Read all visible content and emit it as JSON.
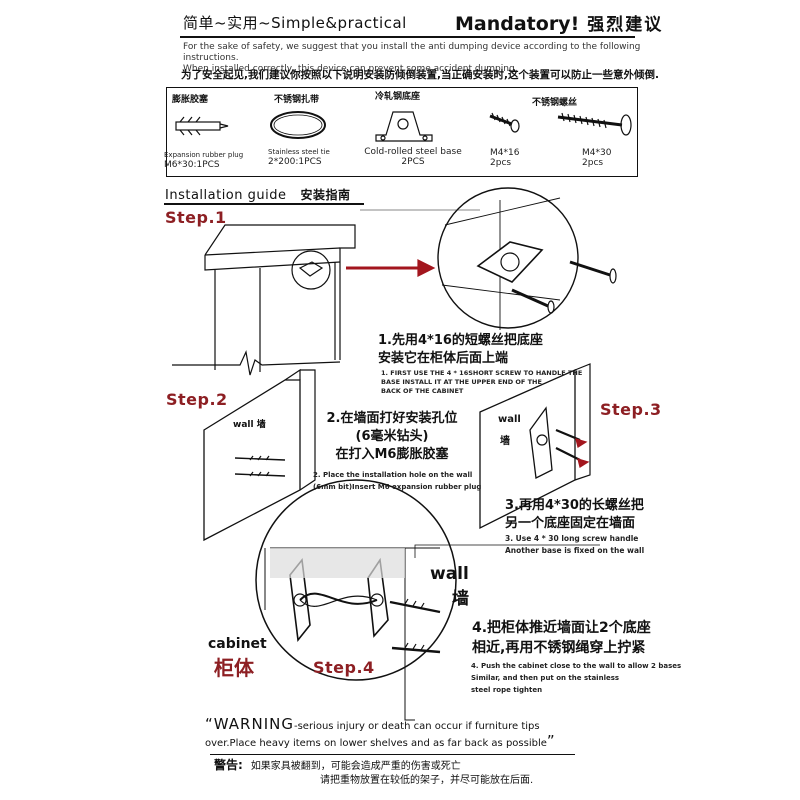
{
  "header": {
    "left_title": "简单~实用~Simple&practical",
    "right_title": "Mandatory!",
    "right_title_cn": "强烈建议"
  },
  "intro": {
    "en_line1": "For the sake of safety, we suggest that you install the anti dumping device according to the following instructions.",
    "en_line2": "When installed correctly, this device can prevent some accident dumping.",
    "cn": "为了安全起见,我们建议你按照以下说明安装防倾倒装置,当正确安装时,这个装置可以防止一些意外倾倒."
  },
  "parts": [
    {
      "name": "膨胀胶塞",
      "spec_small": "Expansion rubber plug",
      "spec": "M6*30:1PCS"
    },
    {
      "name": "不锈钢扎带",
      "spec_small": "Stainless steel tie",
      "spec": "2*200:1PCS"
    },
    {
      "name": "冷轧钢底座",
      "spec_small": "Cold-rolled steel base",
      "spec": "2PCS"
    },
    {
      "name": "不锈钢螺丝",
      "spec_small": "M4*16",
      "spec": "2pcs"
    },
    {
      "name": "",
      "spec_small": "M4*30",
      "spec": "2pcs"
    }
  ],
  "installation": {
    "en": "Installation guide",
    "cn": "安装指南"
  },
  "step1": {
    "label": "Step.1",
    "cn_line1": "1.先用4*16的短螺丝把底座",
    "cn_line2": "安装它在柜体后面上端",
    "en_line1": "1. FIRST USE THE 4 * 16SHORT SCREW TO HANDLE THE",
    "en_line2": "BASE INSTALL IT AT THE UPPER END OF THE",
    "en_line3": "BACK OF THE CABINET"
  },
  "step2": {
    "label": "Step.2",
    "wall": "wall 墙",
    "cn_line1": "2.在墙面打好安装孔位",
    "cn_line2": "(6毫米钻头)",
    "cn_line3": "在打入M6膨胀胶塞",
    "en_line1": "2. Place the installation hole on the wall",
    "en_line2": "(6mm bit)Insert M6 expansion rubber plug"
  },
  "step3": {
    "label": "Step.3",
    "wall_en": "wall",
    "wall_cn": "墙",
    "cn_line1": "3.再用4*30的长螺丝把",
    "cn_line2": "另一个底座固定在墙面",
    "en_line1": "3. Use 4 * 30 long screw handle",
    "en_line2": "Another base is fixed on the wall"
  },
  "step4": {
    "label": "Step.4",
    "wall_en": "wall",
    "wall_cn": "墙",
    "cabinet_en": "cabinet",
    "cabinet_cn": "柜体",
    "cn_line1": "4.把柜体推近墙面让2个底座",
    "cn_line2": "相近,再用不锈钢绳穿上拧紧",
    "en_line1": "4. Push the cabinet close to the wall to allow 2 bases",
    "en_line2": "Similar, and then put on the stainless",
    "en_line3": "steel rope tighten"
  },
  "warning": {
    "open_quote": "“",
    "word": "WARNING",
    "en_rest": "-serious injury or death can occur if furniture tips",
    "en_line2": "over.Place heavy items on lower shelves and as far  back  as possible",
    "close_quote": "”",
    "cn_label": "警告:",
    "cn_line1": "如果家具被翻到，可能会造成严重的伤害或死亡",
    "cn_line2": "请把重物放置在较低的架子，并尽可能放在后面."
  },
  "colors": {
    "step_red": "#8d1f23",
    "arrow_red": "#a3161e",
    "ink": "#111111"
  }
}
